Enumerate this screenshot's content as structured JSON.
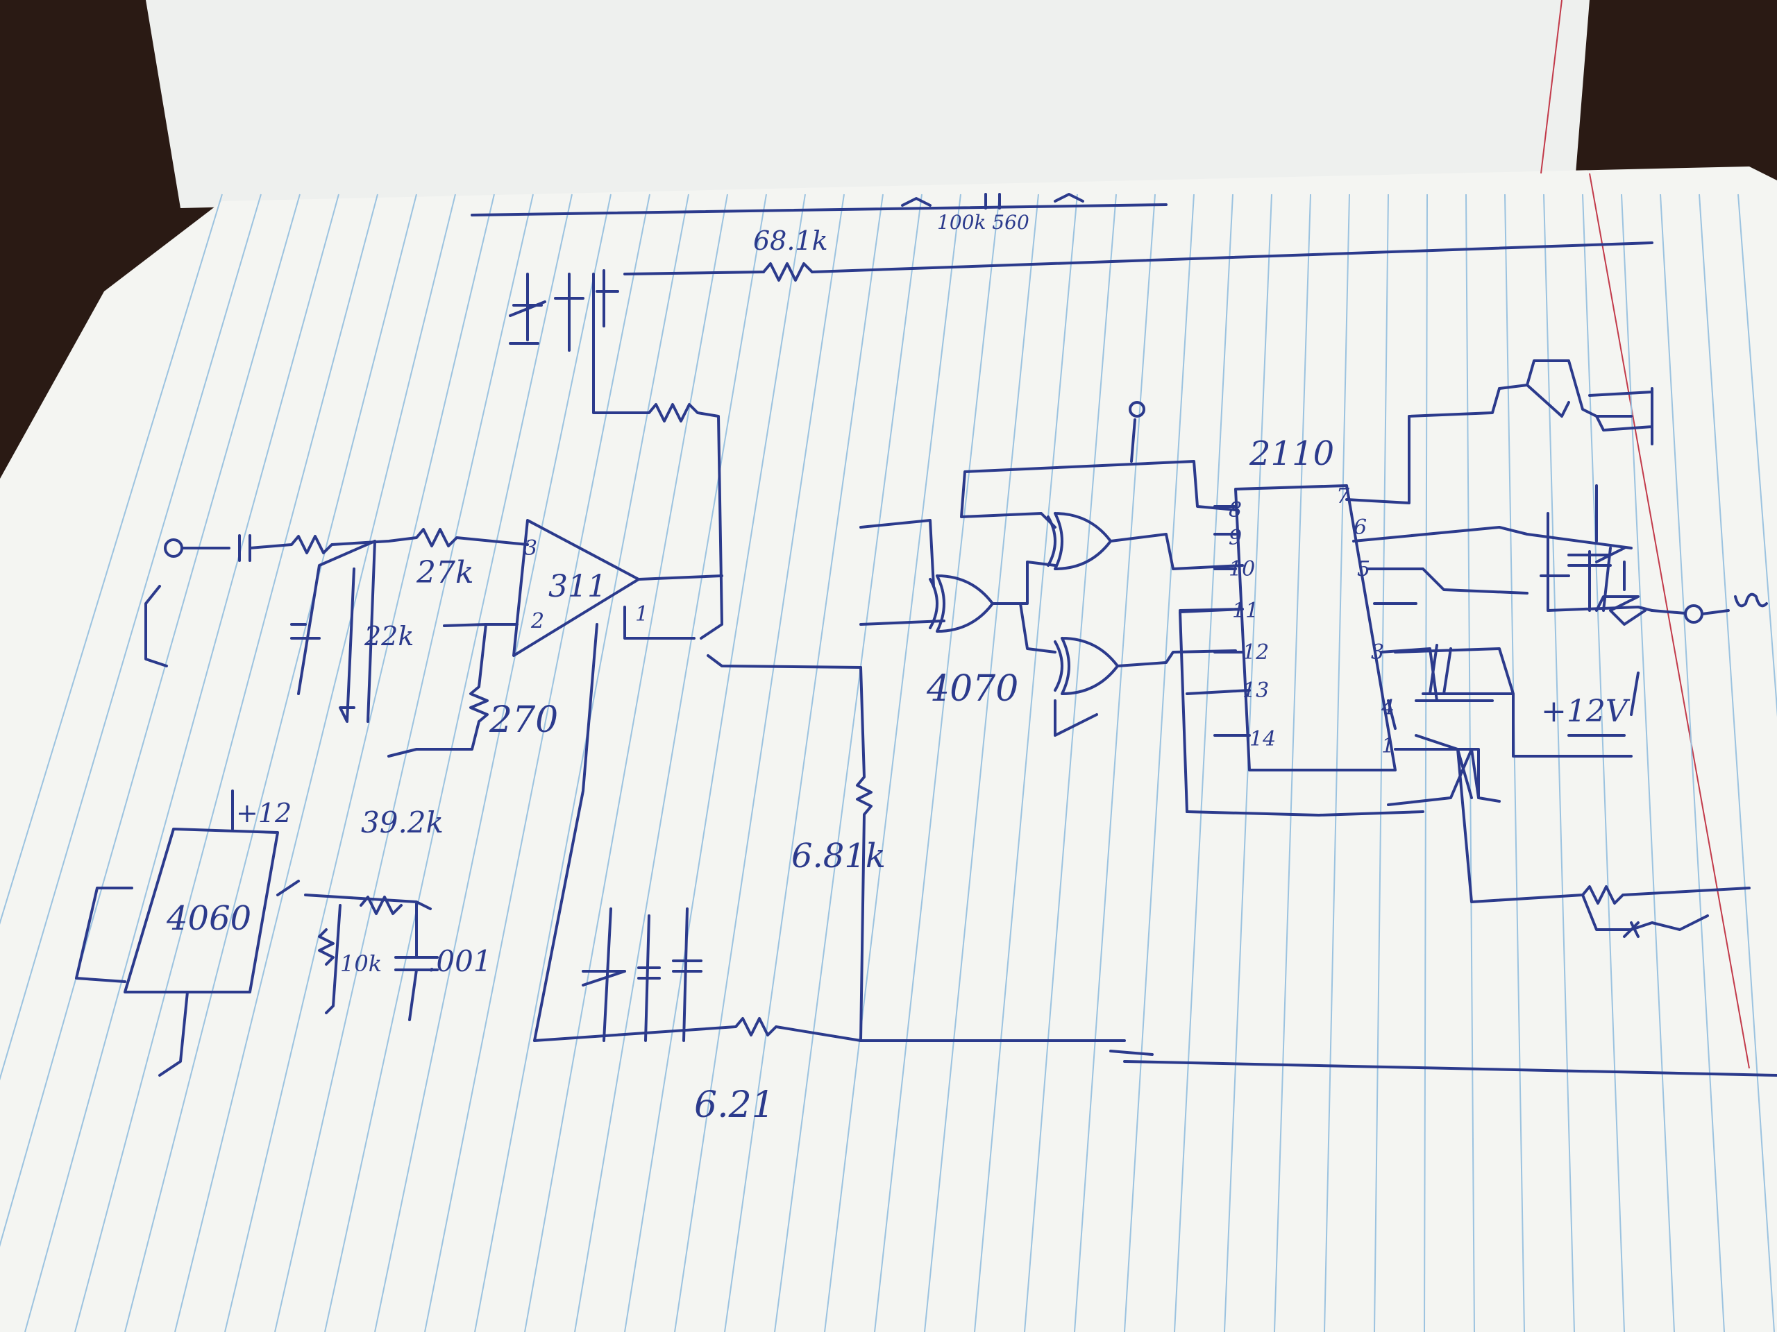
{
  "colors": {
    "ink": "#2b3a8c",
    "paper": "#f4f5f2",
    "rule_blue": "#9cc3e0",
    "margin_red": "#c23a4a",
    "background": "#2a1a14"
  },
  "labels": {
    "opamp_chip": "311",
    "pin_3": "3",
    "pin_2": "2",
    "pin_1": "1",
    "r_input": "27k",
    "r_bias": "22k",
    "r_270": "270",
    "r_feedback_top": "68.1k",
    "osc_chip": "4060",
    "osc_supply": "+12",
    "cap_001": ".001",
    "r_10k": "10k",
    "r_trim": "39.2k",
    "xor_chip": "4070",
    "r_681": "6.81k",
    "r_bottom": "6.21",
    "counter_chip": "2110",
    "counter_pins": [
      "8",
      "9",
      "10",
      "11",
      "12",
      "13",
      "14",
      "7",
      "6",
      "5",
      "3",
      "4",
      "1"
    ],
    "supply_right": "+12V",
    "top_caps": "100k 560"
  }
}
